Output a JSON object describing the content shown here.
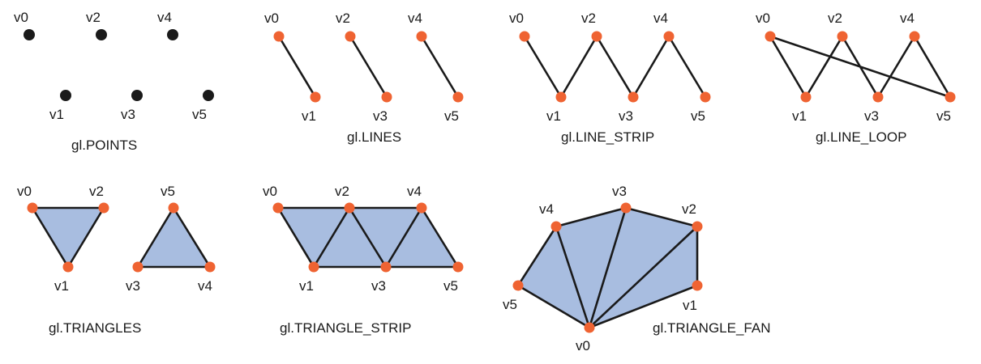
{
  "vertex_labels": {
    "v0": "v0",
    "v1": "v1",
    "v2": "v2",
    "v3": "v3",
    "v4": "v4",
    "v5": "v5"
  },
  "captions": {
    "points": "gl.POINTS",
    "lines": "gl.LINES",
    "line_strip": "gl.LINE_STRIP",
    "line_loop": "gl.LINE_LOOP",
    "triangles": "gl.TRIANGLES",
    "triangle_strip": "gl.TRIANGLE_STRIP",
    "triangle_fan": "gl.TRIANGLE_FAN"
  },
  "colors": {
    "vertex_dot": "#ef6332",
    "point_dot": "#1a1a1a",
    "triangle_fill": "#a8bde0",
    "stroke": "#1a1a1a"
  }
}
